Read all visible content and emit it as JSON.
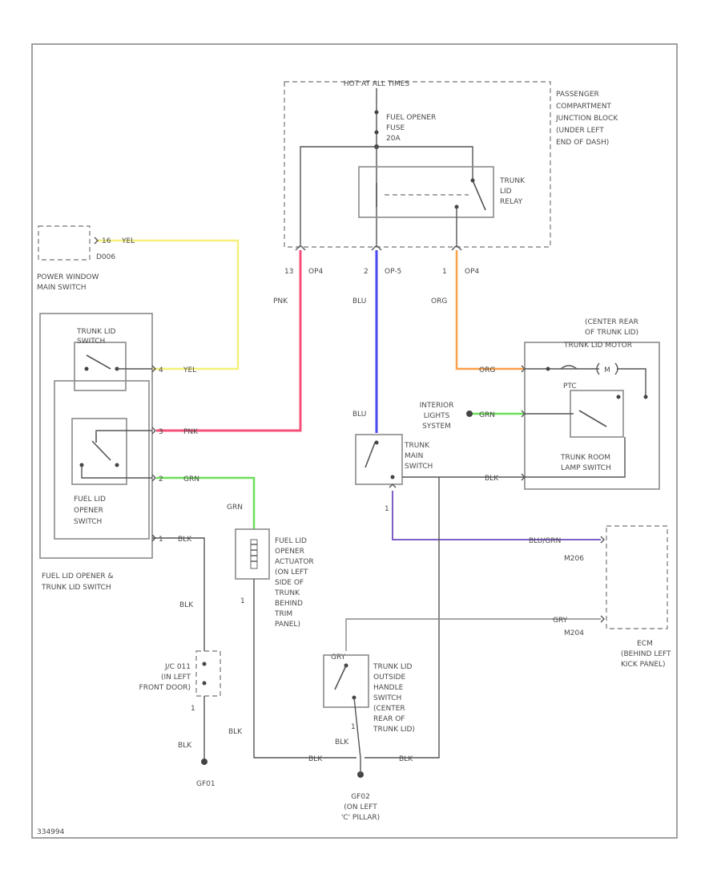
{
  "colors": {
    "yel": "#f4f07a",
    "pnk": "#f4507a",
    "blu": "#4a4af2",
    "org": "#f9a04a",
    "grn": "#6de05a",
    "blu_grn": "#8060c8",
    "gry": "#888888",
    "blk": "#555555"
  },
  "labels": {
    "hot_at_all_times": "HOT AT ALL TIMES",
    "fuse": [
      "FUEL OPENER",
      "FUSE",
      "20A"
    ],
    "jb": [
      "PASSENGER",
      "COMPARTMENT",
      "JUNCTION BLOCK",
      "(UNDER LEFT",
      "END OF DASH)"
    ],
    "relay": [
      "TRUNK",
      "LID",
      "RELAY"
    ],
    "power_window": [
      "POWER WINDOW",
      "MAIN SWITCH"
    ],
    "d006": "D006",
    "pin_16": "16",
    "trunk_lid_sw": [
      "TRUNK LID",
      "SWITCH"
    ],
    "fuel_opener_sw": [
      "FUEL LID",
      "OPENER",
      "SWITCH"
    ],
    "fuel_trunk_sw": [
      "FUEL LID OPENER &",
      "TRUNK LID SWITCH"
    ],
    "pins": {
      "p13": "13",
      "p2": "2",
      "p1a": "1",
      "p4": "4",
      "p3": "3",
      "p2b": "2",
      "p1b": "1",
      "p1c": "1",
      "p1d": "1",
      "p1e": "1"
    },
    "conn_op4": "OP4",
    "conn_op5": "OP-5",
    "conn_op4b": "OP4",
    "wire_pnk": "PNK",
    "wire_blu": "BLU",
    "wire_org": "ORG",
    "wire_yel": "YEL",
    "wire_grn": "GRN",
    "wire_blk": "BLK",
    "wire_gry": "GRY",
    "wire_blu_grn": "BLU/GRN",
    "center_rear": [
      "(CENTER REAR",
      "OF TRUNK LID)"
    ],
    "trunk_lid_motor": "TRUNK LID MOTOR",
    "ptc": "PTC",
    "motor_m": "M",
    "trunk_room_lamp": [
      "TRUNK ROOM",
      "LAMP SWITCH"
    ],
    "interior_lights": [
      "INTERIOR",
      "LIGHTS",
      "SYSTEM"
    ],
    "trunk_main_sw": [
      "TRUNK",
      "MAIN",
      "SWITCH"
    ],
    "m206": "M206",
    "m204": "M204",
    "ecm": [
      "ECM",
      "(BEHIND LEFT",
      "KICK PANEL)"
    ],
    "fuel_actuator": [
      "FUEL LID",
      "OPENER",
      "ACTUATOR",
      "(ON LEFT",
      "SIDE OF",
      "TRUNK",
      "BEHIND",
      "TRIM",
      "PANEL)"
    ],
    "jc011": [
      "J/C 011",
      "(IN LEFT",
      "FRONT DOOR)"
    ],
    "gf01": "GF01",
    "gf02": [
      "GF02",
      "(ON LEFT",
      "'C' PILLAR)"
    ],
    "outside_handle": [
      "TRUNK LID",
      "OUTSIDE",
      "HANDLE",
      "SWITCH",
      "(CENTER",
      "REAR OF",
      "TRUNK LID)"
    ],
    "corner_id": "334994"
  }
}
